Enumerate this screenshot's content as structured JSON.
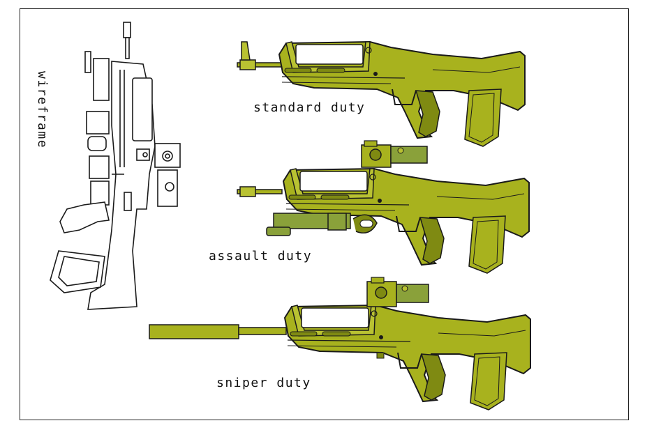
{
  "captions": {
    "wireframe": "wireframe",
    "standard": "standard duty",
    "assault": "assault duty",
    "sniper": "sniper duty"
  },
  "colors": {
    "body_main": "#a8b21e",
    "body_light": "#b9c232",
    "body_dark": "#7f8a12",
    "accent_green": "#8aa13a",
    "outline": "#1a1a1a",
    "frame": "#222222"
  },
  "icons": [
    "wireframe-rifle-drawing",
    "standard-rifle-drawing",
    "assault-rifle-drawing",
    "sniper-rifle-drawing"
  ]
}
